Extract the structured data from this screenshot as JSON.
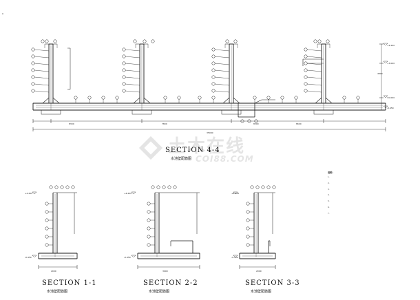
{
  "watermark": {
    "text": "土木在线",
    "url": "COI88.COM"
  },
  "sections": {
    "s44": {
      "title": "SECTION 4-4",
      "subtitle": "水池壁配筋图"
    },
    "s11": {
      "title": "SECTION 1-1",
      "subtitle": "水池壁配筋图"
    },
    "s22": {
      "title": "SECTION 2-2",
      "subtitle": "水池壁配筋图"
    },
    "s33": {
      "title": "SECTION 3-3",
      "subtitle": "水池壁配筋图"
    }
  },
  "notes": {
    "title": "说明：",
    "items": [
      "1.",
      "2.",
      "3.",
      "4.",
      "5.",
      "6.",
      "7."
    ]
  },
  "dims": {
    "total": "35000",
    "seg1": "8300",
    "seg2": "7800",
    "seg3": "8300",
    "seg4": "8600",
    "height": "4800",
    "sec11_width": "2000",
    "sec22_width": "3000",
    "sec33_width": "2000"
  },
  "elevations": {
    "top": "+4.200",
    "mid": "+3.000",
    "low": "±0.000",
    "base": "-0.450",
    "s11_top": "+4.200",
    "s11_base": "-0.450",
    "s22_top": "+4.200",
    "s22_base": "-0.450",
    "s33_top": "+4.200",
    "s33_base": "-0.450"
  },
  "side_label": "0"
}
